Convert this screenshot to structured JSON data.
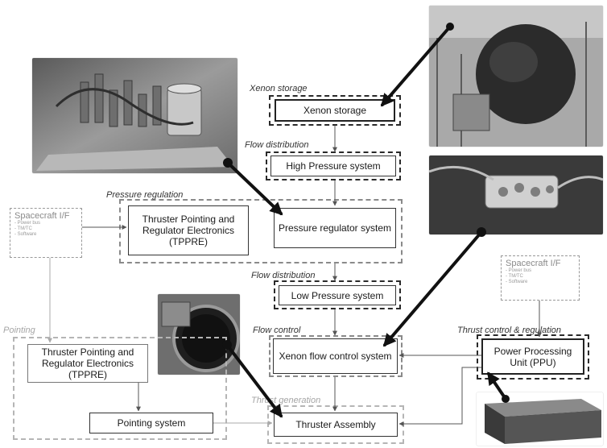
{
  "sections": {
    "xenon_storage": "Xenon storage",
    "flow_distribution_top": "Flow distribution",
    "pressure_regulation": "Pressure regulation",
    "flow_distribution_mid": "Flow distribution",
    "pointing": "Pointing",
    "flow_control": "Flow control",
    "thrust_control": "Thrust control & regulation",
    "thrust_generation": "Thrust generation"
  },
  "blocks": {
    "xenon_storage": "Xenon storage",
    "high_pressure": "High Pressure system",
    "tppre_top": "Thruster Pointing and Regulator Electronics (TPPRE)",
    "pressure_regulator": "Pressure regulator system",
    "low_pressure": "Low Pressure system",
    "tppre_left": "Thruster Pointing and Regulator Electronics (TPPRE)",
    "xenon_flow_control": "Xenon flow control system",
    "ppu": "Power Processing Unit (PPU)",
    "pointing_system": "Pointing system",
    "thruster_assembly": "Thruster Assembly"
  },
  "spacecraft_if_left": {
    "title": "Spacecraft I/F",
    "items": [
      "- Power bus",
      "- TM/TC",
      "- Software"
    ]
  },
  "spacecraft_if_right": {
    "title": "Spacecraft I/F",
    "items": [
      "- Power bus",
      "- TM/TC",
      "- Software"
    ]
  }
}
